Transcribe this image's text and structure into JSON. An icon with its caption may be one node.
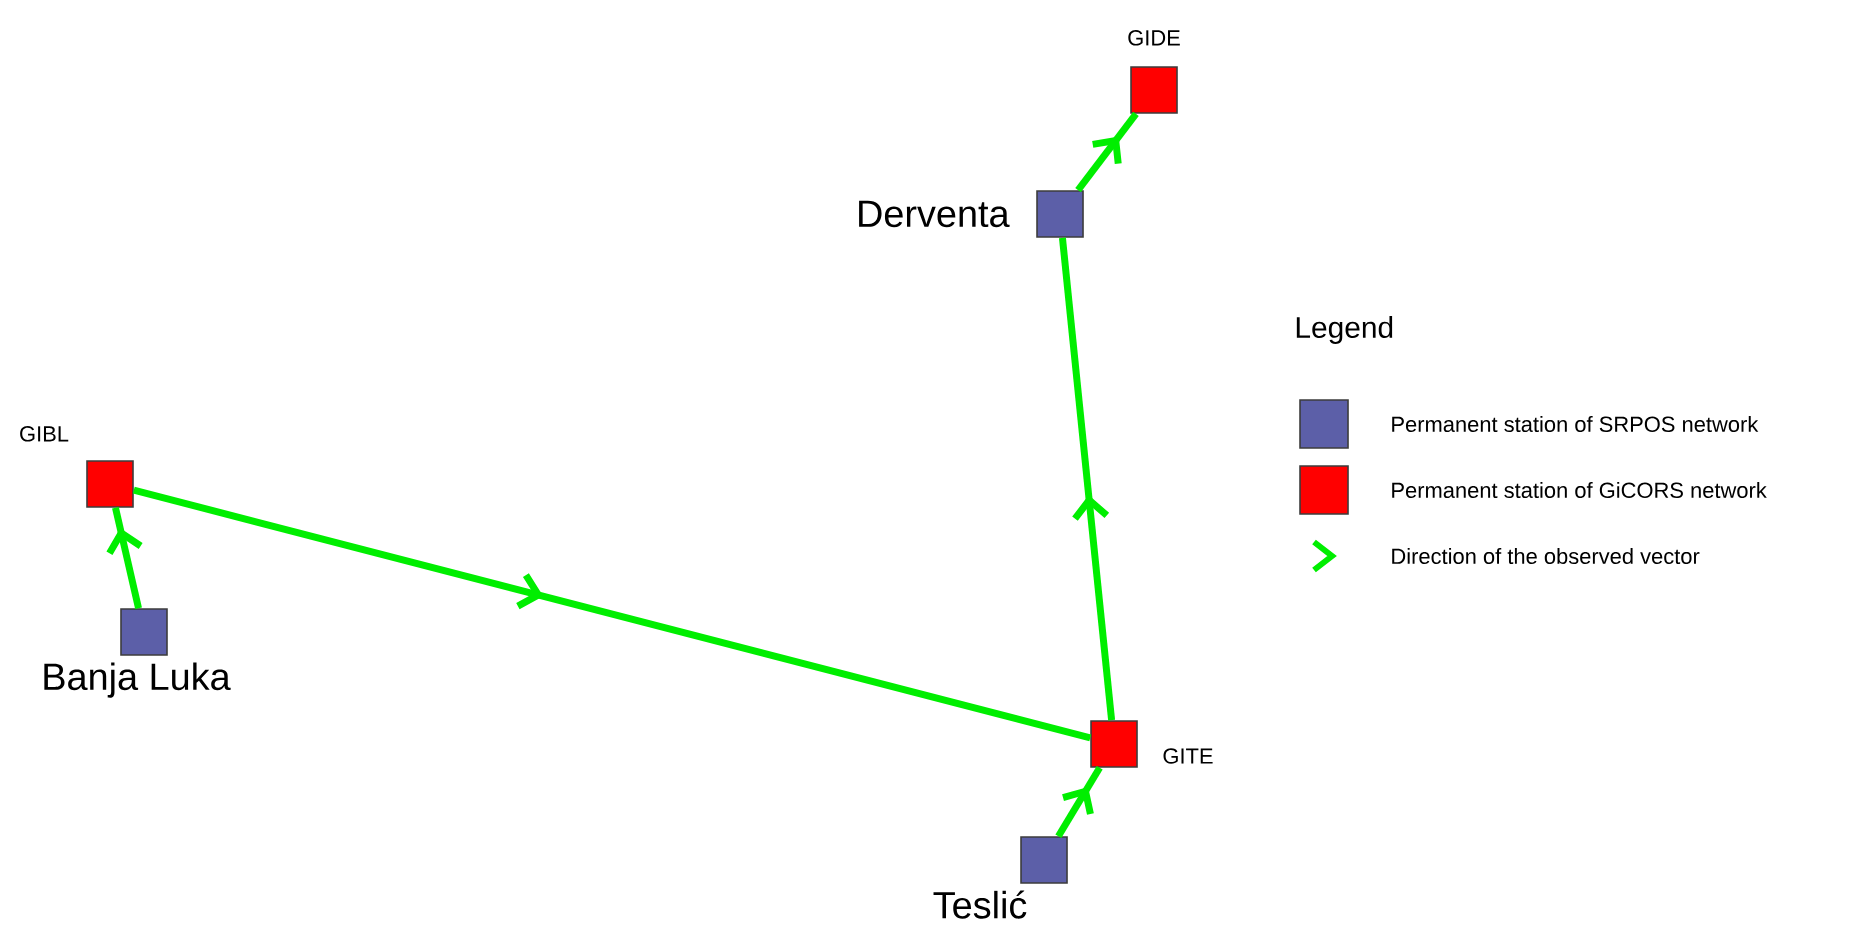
{
  "diagram": {
    "nodes": [
      {
        "text": [
          "GIDE"
        ]
      },
      {
        "text": [
          "Derventa"
        ]
      },
      {
        "text": [
          "GIBL"
        ]
      },
      {
        "text": [
          "Banja Luka"
        ]
      },
      {
        "text": [
          "GITE"
        ]
      },
      {
        "text": [
          "Teslić"
        ]
      }
    ],
    "edges": [
      {
        "from": 3,
        "to": 2,
        "arrow": "to"
      },
      {
        "from": 2,
        "to": 4,
        "arrow": "to"
      },
      {
        "from": 5,
        "to": 4,
        "arrow": "to"
      },
      {
        "from": 4,
        "to": 1,
        "arrow": "to"
      },
      {
        "from": 1,
        "to": 0,
        "arrow": "to"
      }
    ],
    "labels": [
      "Legend"
    ],
    "legend": [
      {
        "text": "Permanent station of SRPOS network",
        "color": "#5c5fa8"
      },
      {
        "text": "Permanent station of GiCORS network",
        "color": "#ff0000"
      },
      {
        "text": "Direction of the observed vector"
      }
    ]
  }
}
